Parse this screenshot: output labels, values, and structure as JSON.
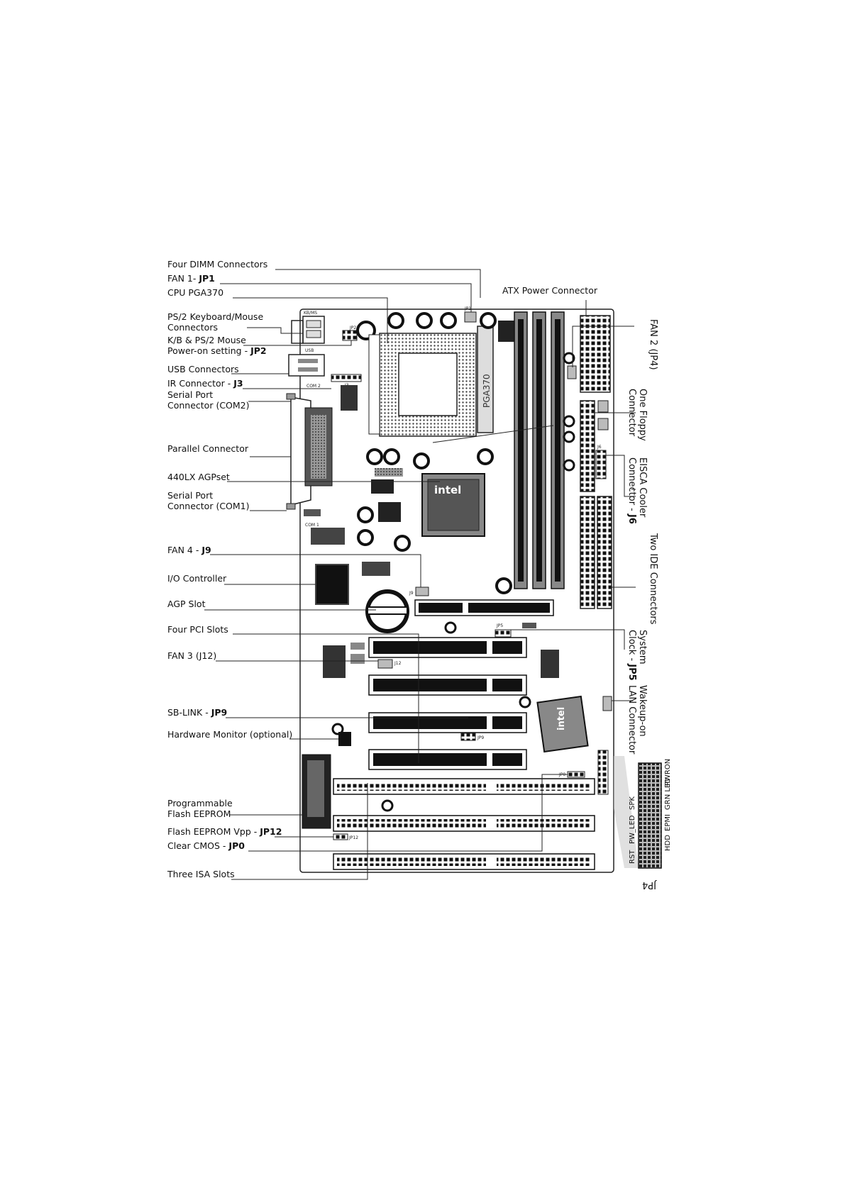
{
  "labels_left": [
    {
      "name": "label-four-dimm",
      "lines": [
        [
          "Four DIMM Connectors",
          ""
        ]
      ]
    },
    {
      "name": "label-fan1",
      "lines": [
        [
          "FAN 1- ",
          "JP1"
        ]
      ]
    },
    {
      "name": "label-cpu",
      "lines": [
        [
          "CPU PGA370",
          ""
        ]
      ]
    },
    {
      "name": "label-ps2",
      "lines": [
        [
          "PS/2 Keyboard/Mouse",
          ""
        ],
        [
          "Connectors",
          ""
        ]
      ]
    },
    {
      "name": "label-kb-power",
      "lines": [
        [
          "K/B & PS/2 Mouse",
          ""
        ],
        [
          "Power-on setting - ",
          "JP2"
        ]
      ]
    },
    {
      "name": "label-usb",
      "lines": [
        [
          "USB Connectors",
          ""
        ]
      ]
    },
    {
      "name": "label-ir",
      "lines": [
        [
          "IR Connector - ",
          "J3"
        ]
      ]
    },
    {
      "name": "label-com2",
      "lines": [
        [
          "Serial Port",
          ""
        ],
        [
          "Connector (COM2)",
          ""
        ]
      ]
    },
    {
      "name": "label-parallel",
      "lines": [
        [
          "Parallel Connector",
          ""
        ]
      ]
    },
    {
      "name": "label-agpset",
      "lines": [
        [
          "440LX AGPset",
          ""
        ]
      ]
    },
    {
      "name": "label-com1",
      "lines": [
        [
          "Serial Port",
          ""
        ],
        [
          "Connector (COM1)",
          ""
        ]
      ]
    },
    {
      "name": "label-fan4",
      "lines": [
        [
          "FAN 4 - ",
          "J9"
        ]
      ]
    },
    {
      "name": "label-io",
      "lines": [
        [
          "I/O Controller",
          ""
        ]
      ]
    },
    {
      "name": "label-agp",
      "lines": [
        [
          "AGP Slot",
          ""
        ]
      ]
    },
    {
      "name": "label-pci",
      "lines": [
        [
          "Four PCI Slots",
          ""
        ]
      ]
    },
    {
      "name": "label-fan3",
      "lines": [
        [
          "FAN 3 (J12)",
          ""
        ]
      ]
    },
    {
      "name": "label-sblink",
      "lines": [
        [
          "SB-LINK - ",
          "JP9"
        ]
      ]
    },
    {
      "name": "label-hwmon",
      "lines": [
        [
          "Hardware Monitor (optional)",
          ""
        ]
      ]
    },
    {
      "name": "label-flash",
      "lines": [
        [
          "Programmable",
          ""
        ],
        [
          "Flash EEPROM",
          ""
        ]
      ]
    },
    {
      "name": "label-flash-vpp",
      "lines": [
        [
          "Flash EEPROM Vpp - ",
          "JP12"
        ]
      ]
    },
    {
      "name": "label-clear-cmos",
      "lines": [
        [
          "Clear CMOS - ",
          "JP0"
        ]
      ]
    },
    {
      "name": "label-isa",
      "lines": [
        [
          "Three ISA Slots",
          ""
        ]
      ]
    }
  ],
  "label_atx": "ATX Power Connector",
  "labels_right": [
    {
      "name": "label-fan2",
      "lines": [
        [
          "FAN 2 (JP4)",
          ""
        ]
      ]
    },
    {
      "name": "label-floppy",
      "lines": [
        [
          "One Floppy",
          ""
        ],
        [
          "Connector",
          ""
        ]
      ]
    },
    {
      "name": "label-eisca",
      "lines": [
        [
          "EISCA Cooler",
          ""
        ],
        [
          "Connector - ",
          "J6"
        ]
      ]
    },
    {
      "name": "label-ide",
      "lines": [
        [
          "Two IDE Connectors",
          ""
        ]
      ]
    },
    {
      "name": "label-sysclock",
      "lines": [
        [
          "System",
          ""
        ],
        [
          "Clock - ",
          "JP5"
        ]
      ]
    },
    {
      "name": "label-wol",
      "lines": [
        [
          "Wakeup-on",
          ""
        ],
        [
          "LAN Connector",
          ""
        ]
      ]
    }
  ],
  "front_panel": {
    "label_jp": "JP4",
    "headers_top": [
      "PWRON",
      "GRN LED"
    ],
    "headers_mid": [
      "SPK",
      "EPMI"
    ],
    "headers_bottom": [
      "RST",
      "PW_LED",
      "HDD"
    ]
  },
  "board_marks": {
    "kbms": "KB/MS",
    "usb": "USB",
    "com2": "COM 2",
    "com1": "COM 1",
    "pga": "PGA370",
    "intel1": "intel",
    "intel2": "intel",
    "jp2": "JP2",
    "j3": "J3",
    "jp1": "JP1",
    "j6": "J6",
    "jp5": "JP5",
    "j12": "J12",
    "jp9": "JP9",
    "jp12": "JP12",
    "jp0": "JP0",
    "j9": "J9"
  }
}
